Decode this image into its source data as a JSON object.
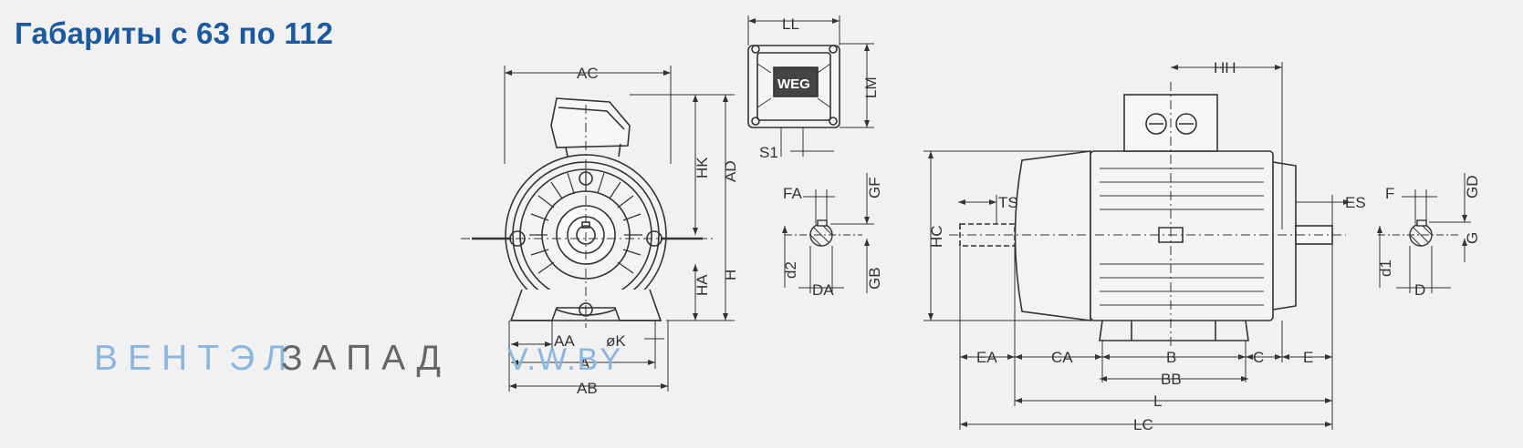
{
  "title": "Габариты с 63 по 112",
  "watermark": {
    "part1": "ВЕНТЭЛ",
    "part2": "ЗАПАД",
    "part3": "V.W.BY"
  },
  "brand_plate": "WEG",
  "labels": {
    "AC": "AC",
    "LL": "LL",
    "LM": "LM",
    "HK": "HK",
    "AD": "AD",
    "S1": "S1",
    "FA": "FA",
    "GF": "GF",
    "d2": "d2",
    "DA": "DA",
    "GB": "GB",
    "HA": "HA",
    "H": "H",
    "AA": "AA",
    "K": "øK",
    "A": "A",
    "AB": "AB",
    "HH": "HH",
    "HC": "HC",
    "TS": "TS",
    "ES": "ES",
    "F": "F",
    "GD": "GD",
    "G": "G",
    "d1": "d1",
    "D": "D",
    "EA": "EA",
    "CA": "CA",
    "B": "B",
    "C": "C",
    "E": "E",
    "BB": "BB",
    "L": "L",
    "LC": "LC"
  },
  "colors": {
    "title": "#1c5aa0",
    "background": "#f1f1f1",
    "line": "#333333"
  }
}
